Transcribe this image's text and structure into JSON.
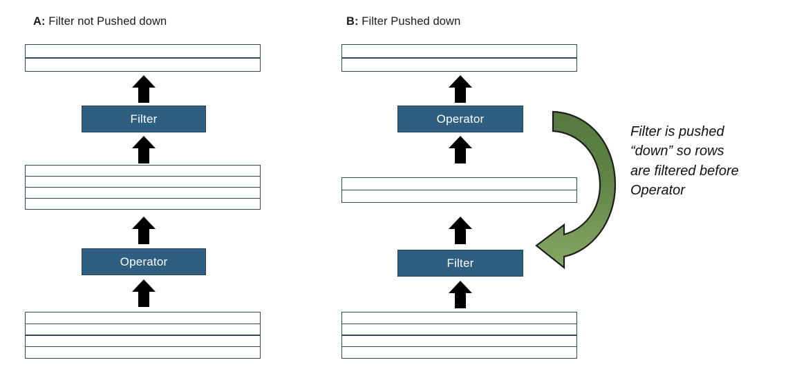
{
  "diagram": {
    "title_a_tag": "A:",
    "title_a_text": " Filter not Pushed down",
    "title_b_tag": "B:",
    "title_b_text": " Filter Pushed down",
    "annotation": "Filter is pushed\n“down” so rows\nare filtered before\nOperator",
    "colors": {
      "box_fill": "#2e5f80",
      "box_border": "#22455c",
      "table_border": "#2d4a5e",
      "arrow_black": "#000000",
      "green_dark": "#55793f",
      "green_light": "#86a965",
      "green_outline": "#1d1d1d",
      "text": "#1a1a1a"
    },
    "panel_a": {
      "name": "filter-not-pushed-down",
      "top_table": {
        "rows": 2,
        "label": "output-rows-table"
      },
      "filter_box": "Filter",
      "middle_table": {
        "rows": 4,
        "label": "intermediate-rows-table"
      },
      "operator_box": "Operator",
      "bottom_table": {
        "rows": 4,
        "label": "source-rows-table"
      }
    },
    "panel_b": {
      "name": "filter-pushed-down",
      "top_table": {
        "rows": 2,
        "label": "output-rows-table"
      },
      "operator_box": "Operator",
      "middle_table": {
        "rows": 2,
        "label": "intermediate-rows-table"
      },
      "filter_box": "Filter",
      "bottom_table": {
        "rows": 4,
        "label": "source-rows-table"
      }
    }
  }
}
